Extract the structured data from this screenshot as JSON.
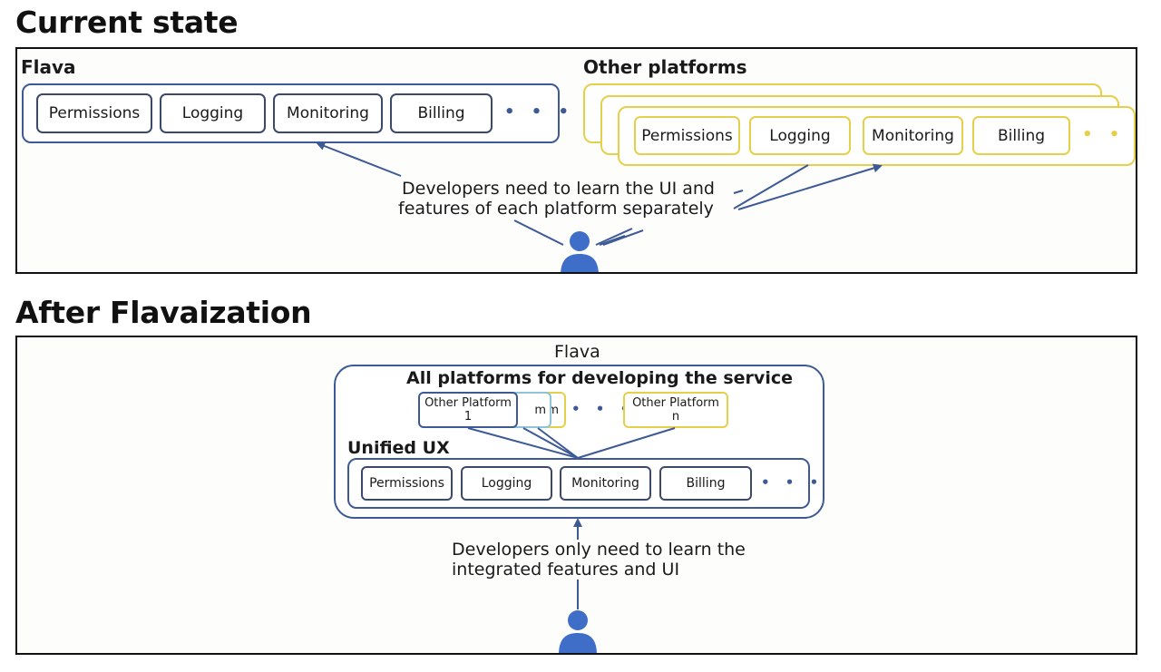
{
  "current": {
    "title": "Current state",
    "flava_label": "Flava",
    "other_label": "Other platforms",
    "features": [
      "Permissions",
      "Logging",
      "Monitoring",
      "Billing"
    ],
    "ellipsis": "• • •",
    "caption_line1": "Developers need to learn the UI and",
    "caption_line2": "features of each platform separately"
  },
  "after": {
    "title": "After Flavaization",
    "flava_label": "Flava",
    "platforms_label": "All platforms for developing the service",
    "platform1_line1": "Other Platform",
    "platform1_line2": "1",
    "platform_partial": "m",
    "platform_partial2": "rm",
    "platformn_line1": "Other Platform",
    "platformn_line2": "n",
    "platform_ellipsis": "• • •",
    "unified_label": "Unified UX",
    "features": [
      "Permissions",
      "Logging",
      "Monitoring",
      "Billing"
    ],
    "ellipsis": "• • •",
    "caption_line1": "Developers only need to learn the",
    "caption_line2": "integrated features and UI"
  },
  "colors": {
    "flava_border": "#3d5a96",
    "other_border": "#e6cf4a",
    "arrow": "#3d5a96",
    "person": "#3f6ec9"
  }
}
